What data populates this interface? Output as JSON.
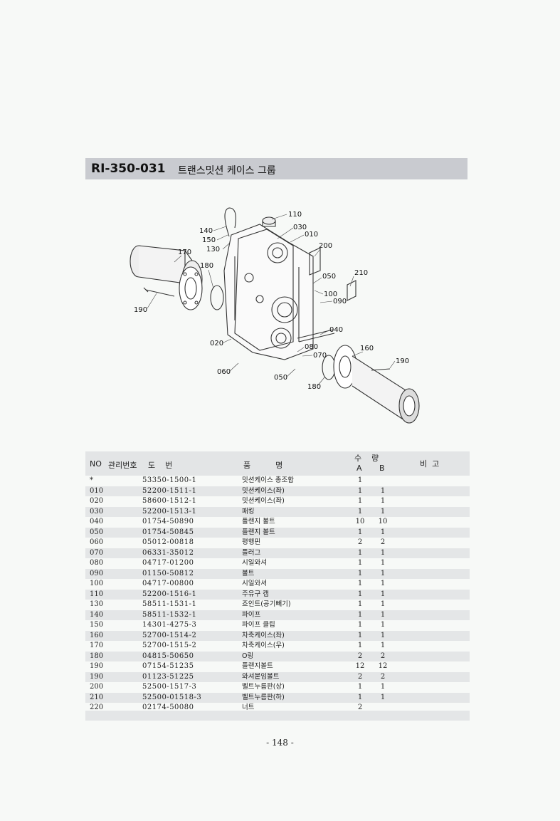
{
  "title": {
    "code": "RI-350-031",
    "name": "트랜스밋션 케이스 그룹"
  },
  "callouts": [
    "110",
    "030",
    "010",
    "140",
    "150",
    "130",
    "170",
    "200",
    "180",
    "050",
    "210",
    "100",
    "090",
    "190",
    "040",
    "020",
    "080",
    "070",
    "160",
    "190",
    "060",
    "050",
    "180"
  ],
  "table": {
    "headers": {
      "no": "NO",
      "mgmt": "관리번호",
      "dwg": "도    번",
      "name": "품          명",
      "qty": "수    량",
      "qty_a": "A",
      "qty_b": "B",
      "remark": "비  고"
    },
    "rows": [
      {
        "no": "*",
        "dwg": "53350-1500-1",
        "name": "밋션케이스 총조합",
        "a": "1",
        "b": ""
      },
      {
        "no": "010",
        "dwg": "52200-1511-1",
        "name": "밋션케이스(좌)",
        "a": "1",
        "b": "1"
      },
      {
        "no": "020",
        "dwg": "58600-1512-1",
        "name": "밋션케이스(좌)",
        "a": "1",
        "b": "1"
      },
      {
        "no": "030",
        "dwg": "52200-1513-1",
        "name": "패킹",
        "a": "1",
        "b": "1"
      },
      {
        "no": "040",
        "dwg": "01754-50890",
        "name": "플랜지 볼트",
        "a": "10",
        "b": "10"
      },
      {
        "no": "050",
        "dwg": "01754-50845",
        "name": "플랜지 볼트",
        "a": "1",
        "b": "1"
      },
      {
        "no": "060",
        "dwg": "05012-00818",
        "name": "평행핀",
        "a": "2",
        "b": "2"
      },
      {
        "no": "070",
        "dwg": "06331-35012",
        "name": "플러그",
        "a": "1",
        "b": "1"
      },
      {
        "no": "080",
        "dwg": "04717-01200",
        "name": "시일와셔",
        "a": "1",
        "b": "1"
      },
      {
        "no": "090",
        "dwg": "01150-50812",
        "name": "볼트",
        "a": "1",
        "b": "1"
      },
      {
        "no": "100",
        "dwg": "04717-00800",
        "name": "시일와셔",
        "a": "1",
        "b": "1"
      },
      {
        "no": "110",
        "dwg": "52200-1516-1",
        "name": "주유구 캡",
        "a": "1",
        "b": "1"
      },
      {
        "no": "130",
        "dwg": "58511-1531-1",
        "name": "죠인트(공기빼기)",
        "a": "1",
        "b": "1"
      },
      {
        "no": "140",
        "dwg": "58511-1532-1",
        "name": "파이프",
        "a": "1",
        "b": "1"
      },
      {
        "no": "150",
        "dwg": "14301-4275-3",
        "name": "파이프 클립",
        "a": "1",
        "b": "1"
      },
      {
        "no": "160",
        "dwg": "52700-1514-2",
        "name": "차축케이스(좌)",
        "a": "1",
        "b": "1"
      },
      {
        "no": "170",
        "dwg": "52700-1515-2",
        "name": "차축케이스(우)",
        "a": "1",
        "b": "1"
      },
      {
        "no": "180",
        "dwg": "04815-50650",
        "name": "O링",
        "a": "2",
        "b": "2"
      },
      {
        "no": "190",
        "dwg": "07154-51235",
        "name": "플랜지볼트",
        "a": "12",
        "b": "12"
      },
      {
        "no": "190",
        "dwg": "01123-51225",
        "name": "와셔붙임볼트",
        "a": "2",
        "b": "2"
      },
      {
        "no": "200",
        "dwg": "52500-1517-3",
        "name": "벨트누름판(상)",
        "a": "1",
        "b": "1"
      },
      {
        "no": "210",
        "dwg": "52500-01518-3",
        "name": "벨트누름판(하)",
        "a": "1",
        "b": "1"
      },
      {
        "no": "220",
        "dwg": "02174-50080",
        "name": "너트",
        "a": "2",
        "b": ""
      }
    ]
  },
  "page_number": "- 148 -"
}
